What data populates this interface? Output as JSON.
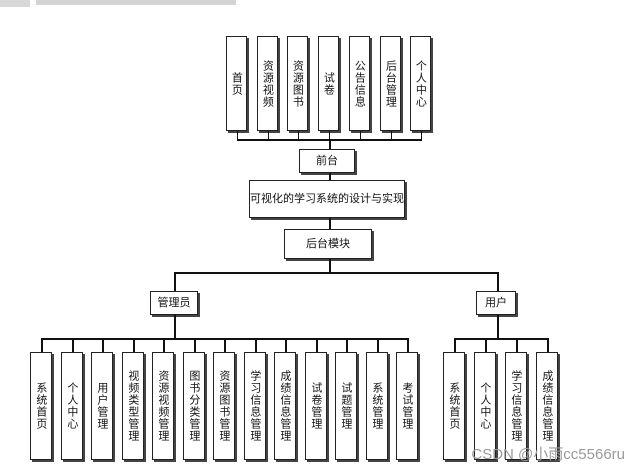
{
  "diagram": {
    "frontend_items": [
      "首页",
      "资源视频",
      "资源图书",
      "试卷",
      "公告信息",
      "后台管理",
      "个人中心"
    ],
    "frontend_label": "前台",
    "root_label": "可视化的学习系统的设计与实现",
    "backend_label": "后台模块",
    "admin_label": "管理员",
    "user_label": "用户",
    "admin_items": [
      "系统首页",
      "个人中心",
      "用户管理",
      "视频类型管理",
      "资源视频管理",
      "图书分类管理",
      "资源图书管理",
      "学习信息管理",
      "成绩信息管理",
      "试卷管理",
      "试题管理",
      "系统管理",
      "考试管理"
    ],
    "user_items": [
      "系统首页",
      "个人中心",
      "学习信息管理",
      "成绩信息管理"
    ]
  },
  "watermark": "CSDN @小雨cc5566ru"
}
